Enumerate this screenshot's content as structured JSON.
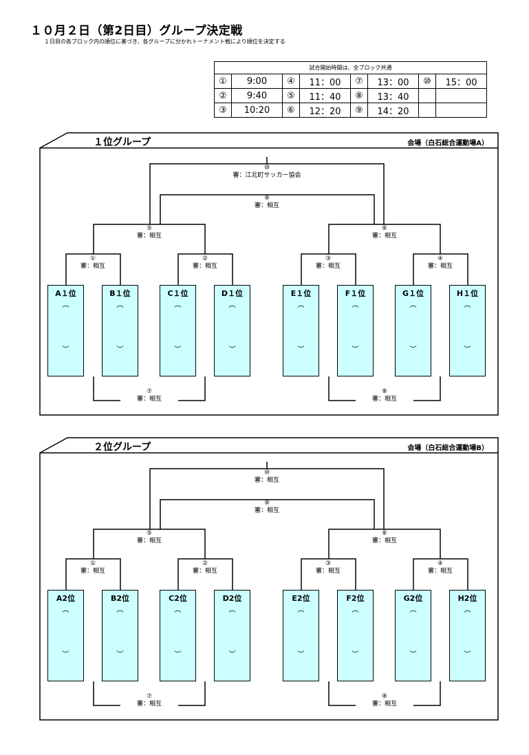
{
  "header": {
    "title": "１０月２日（第2日目）グループ決定戦",
    "subtitle": "１日目の各ブロック内の順位に基づき、各グループに分かれトーナメント戦により順位を決定する"
  },
  "schedule": {
    "caption": "試合開始時間は、全ブロック共通",
    "rows": [
      [
        {
          "no": "①",
          "time": "9:00"
        },
        {
          "no": "④",
          "time": "11：00"
        },
        {
          "no": "⑦",
          "time": "13：00"
        },
        {
          "no": "⑩",
          "time": "15：00"
        }
      ],
      [
        {
          "no": "②",
          "time": "9:40"
        },
        {
          "no": "⑤",
          "time": "11：40"
        },
        {
          "no": "⑧",
          "time": "13：40"
        },
        {
          "no": "",
          "time": ""
        }
      ],
      [
        {
          "no": "③",
          "time": "10:20"
        },
        {
          "no": "⑥",
          "time": "12：20"
        },
        {
          "no": "⑨",
          "time": "14：20"
        },
        {
          "no": "",
          "time": ""
        }
      ]
    ]
  },
  "groups": [
    {
      "name": "１位グループ",
      "venue": "会場（白石総合運動場A）",
      "teams": [
        "A１位",
        "B１位",
        "C１位",
        "D１位",
        "E１位",
        "F１位",
        "G１位",
        "H１位"
      ],
      "paren_open": "︵",
      "paren_close": "︶",
      "matches": {
        "m1": {
          "no": "①",
          "ref": "審：相互"
        },
        "m2": {
          "no": "②",
          "ref": "審：相互"
        },
        "m3": {
          "no": "③",
          "ref": "審：相互"
        },
        "m4": {
          "no": "④",
          "ref": "審：相互"
        },
        "m5": {
          "no": "⑤",
          "ref": "審：相互"
        },
        "m6": {
          "no": "⑥",
          "ref": "審：相互"
        },
        "m7": {
          "no": "⑦",
          "ref": "審：相互"
        },
        "m8": {
          "no": "⑧",
          "ref": "審：相互"
        },
        "m9": {
          "no": "⑨",
          "ref": "審：相互"
        },
        "m10": {
          "no": "⑩",
          "ref": "審：江北町サッカー協会"
        }
      }
    },
    {
      "name": "２位グループ",
      "venue": "会場（白石総合運動場B）",
      "teams": [
        "A2位",
        "B2位",
        "C2位",
        "D2位",
        "E2位",
        "F2位",
        "G2位",
        "H2位"
      ],
      "paren_open": "︵",
      "paren_close": "︶",
      "matches": {
        "m1": {
          "no": "①",
          "ref": "審：相互"
        },
        "m2": {
          "no": "②",
          "ref": "審：相互"
        },
        "m3": {
          "no": "③",
          "ref": "審：相互"
        },
        "m4": {
          "no": "④",
          "ref": "審：相互"
        },
        "m5": {
          "no": "⑤",
          "ref": "審：相互"
        },
        "m6": {
          "no": "⑥",
          "ref": "審：相互"
        },
        "m7": {
          "no": "⑦",
          "ref": "審：相互"
        },
        "m8": {
          "no": "⑧",
          "ref": "審：相互"
        },
        "m9": {
          "no": "⑨",
          "ref": "審：相互"
        },
        "m10": {
          "no": "⑩",
          "ref": "審：相互"
        }
      }
    }
  ]
}
